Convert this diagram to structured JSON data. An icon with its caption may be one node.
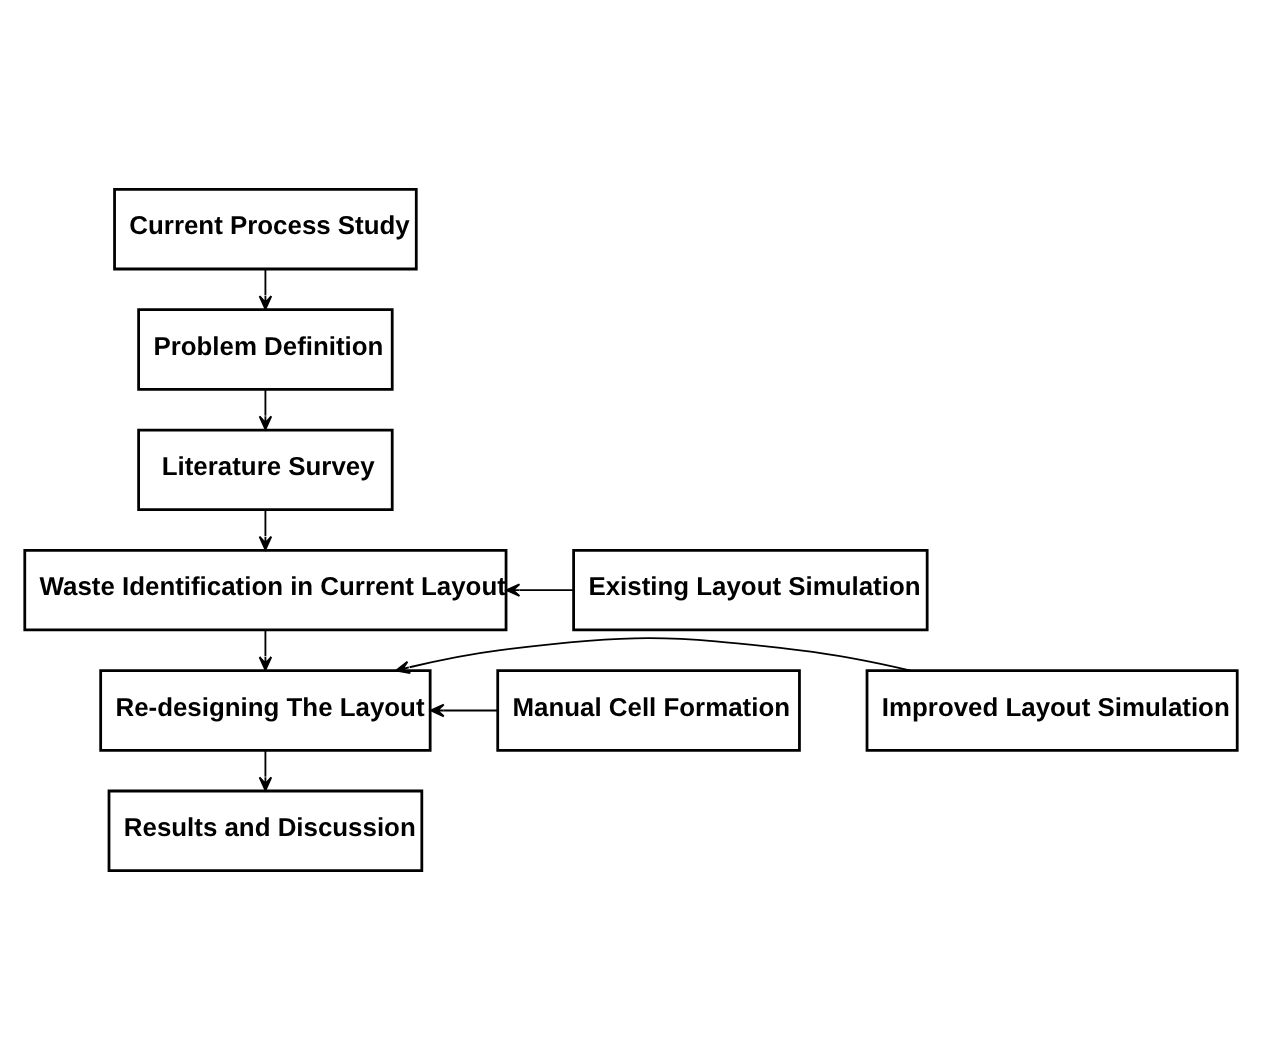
{
  "diagram": {
    "nodes": [
      {
        "text": [
          "Current Process Study"
        ]
      },
      {
        "text": [
          "Problem Definition"
        ]
      },
      {
        "text": [
          "Literature Survey"
        ]
      },
      {
        "text": [
          "Waste Identification in Current Layout"
        ]
      },
      {
        "text": [
          "Existing Layout Simulation"
        ]
      },
      {
        "text": [
          "Re-designing The Layout"
        ]
      },
      {
        "text": [
          "Manual Cell Formation"
        ]
      },
      {
        "text": [
          "Improved Layout Simulation"
        ]
      },
      {
        "text": [
          "Results and Discussion"
        ]
      }
    ],
    "edges": [
      {
        "from": 0,
        "to": 1,
        "arrow": "to"
      },
      {
        "from": 1,
        "to": 2,
        "arrow": "to"
      },
      {
        "from": 2,
        "to": 3,
        "arrow": "to"
      },
      {
        "from": 4,
        "to": 3,
        "arrow": "to"
      },
      {
        "from": 3,
        "to": 5,
        "arrow": "to"
      },
      {
        "from": 6,
        "to": 5,
        "arrow": "to"
      },
      {
        "from": 7,
        "to": 5,
        "arrow": "to"
      },
      {
        "from": 5,
        "to": 8,
        "arrow": "to"
      }
    ]
  }
}
